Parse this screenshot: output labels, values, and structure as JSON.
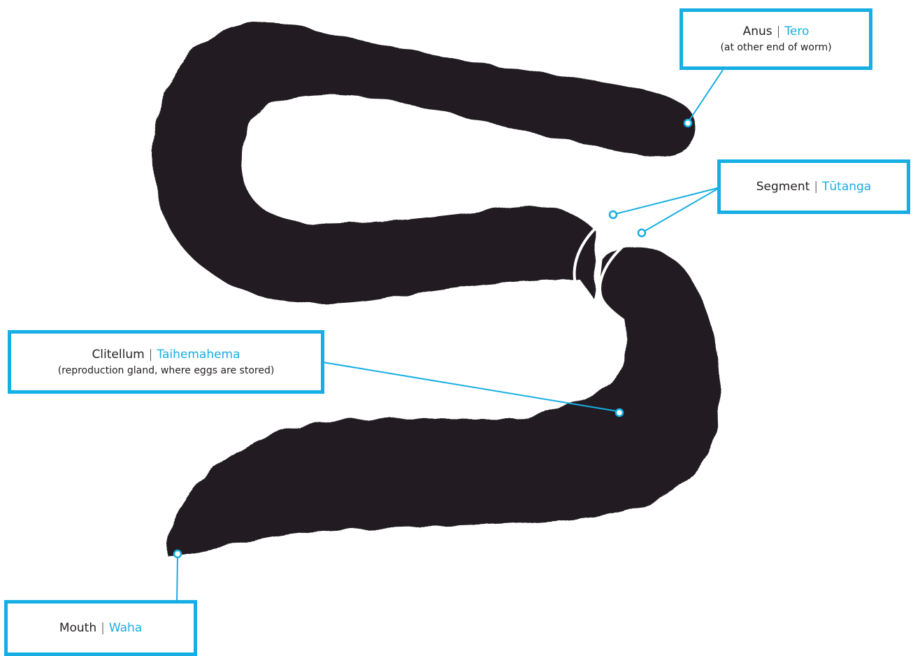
{
  "colors": {
    "accent": "#16aee3",
    "worm": "#231f20",
    "text": "#231f20"
  },
  "labels": {
    "anus": {
      "english": "Anus",
      "separator": "|",
      "maori": "Tero",
      "note": "(at other end of worm)"
    },
    "segment": {
      "english": "Segment",
      "separator": "|",
      "maori": "Tūtanga"
    },
    "clitellum": {
      "english": "Clitellum",
      "separator": "|",
      "maori": "Taihemahema",
      "note": "(reproduction gland, where eggs are stored)"
    },
    "mouth": {
      "english": "Mouth",
      "separator": "|",
      "maori": "Waha"
    }
  }
}
